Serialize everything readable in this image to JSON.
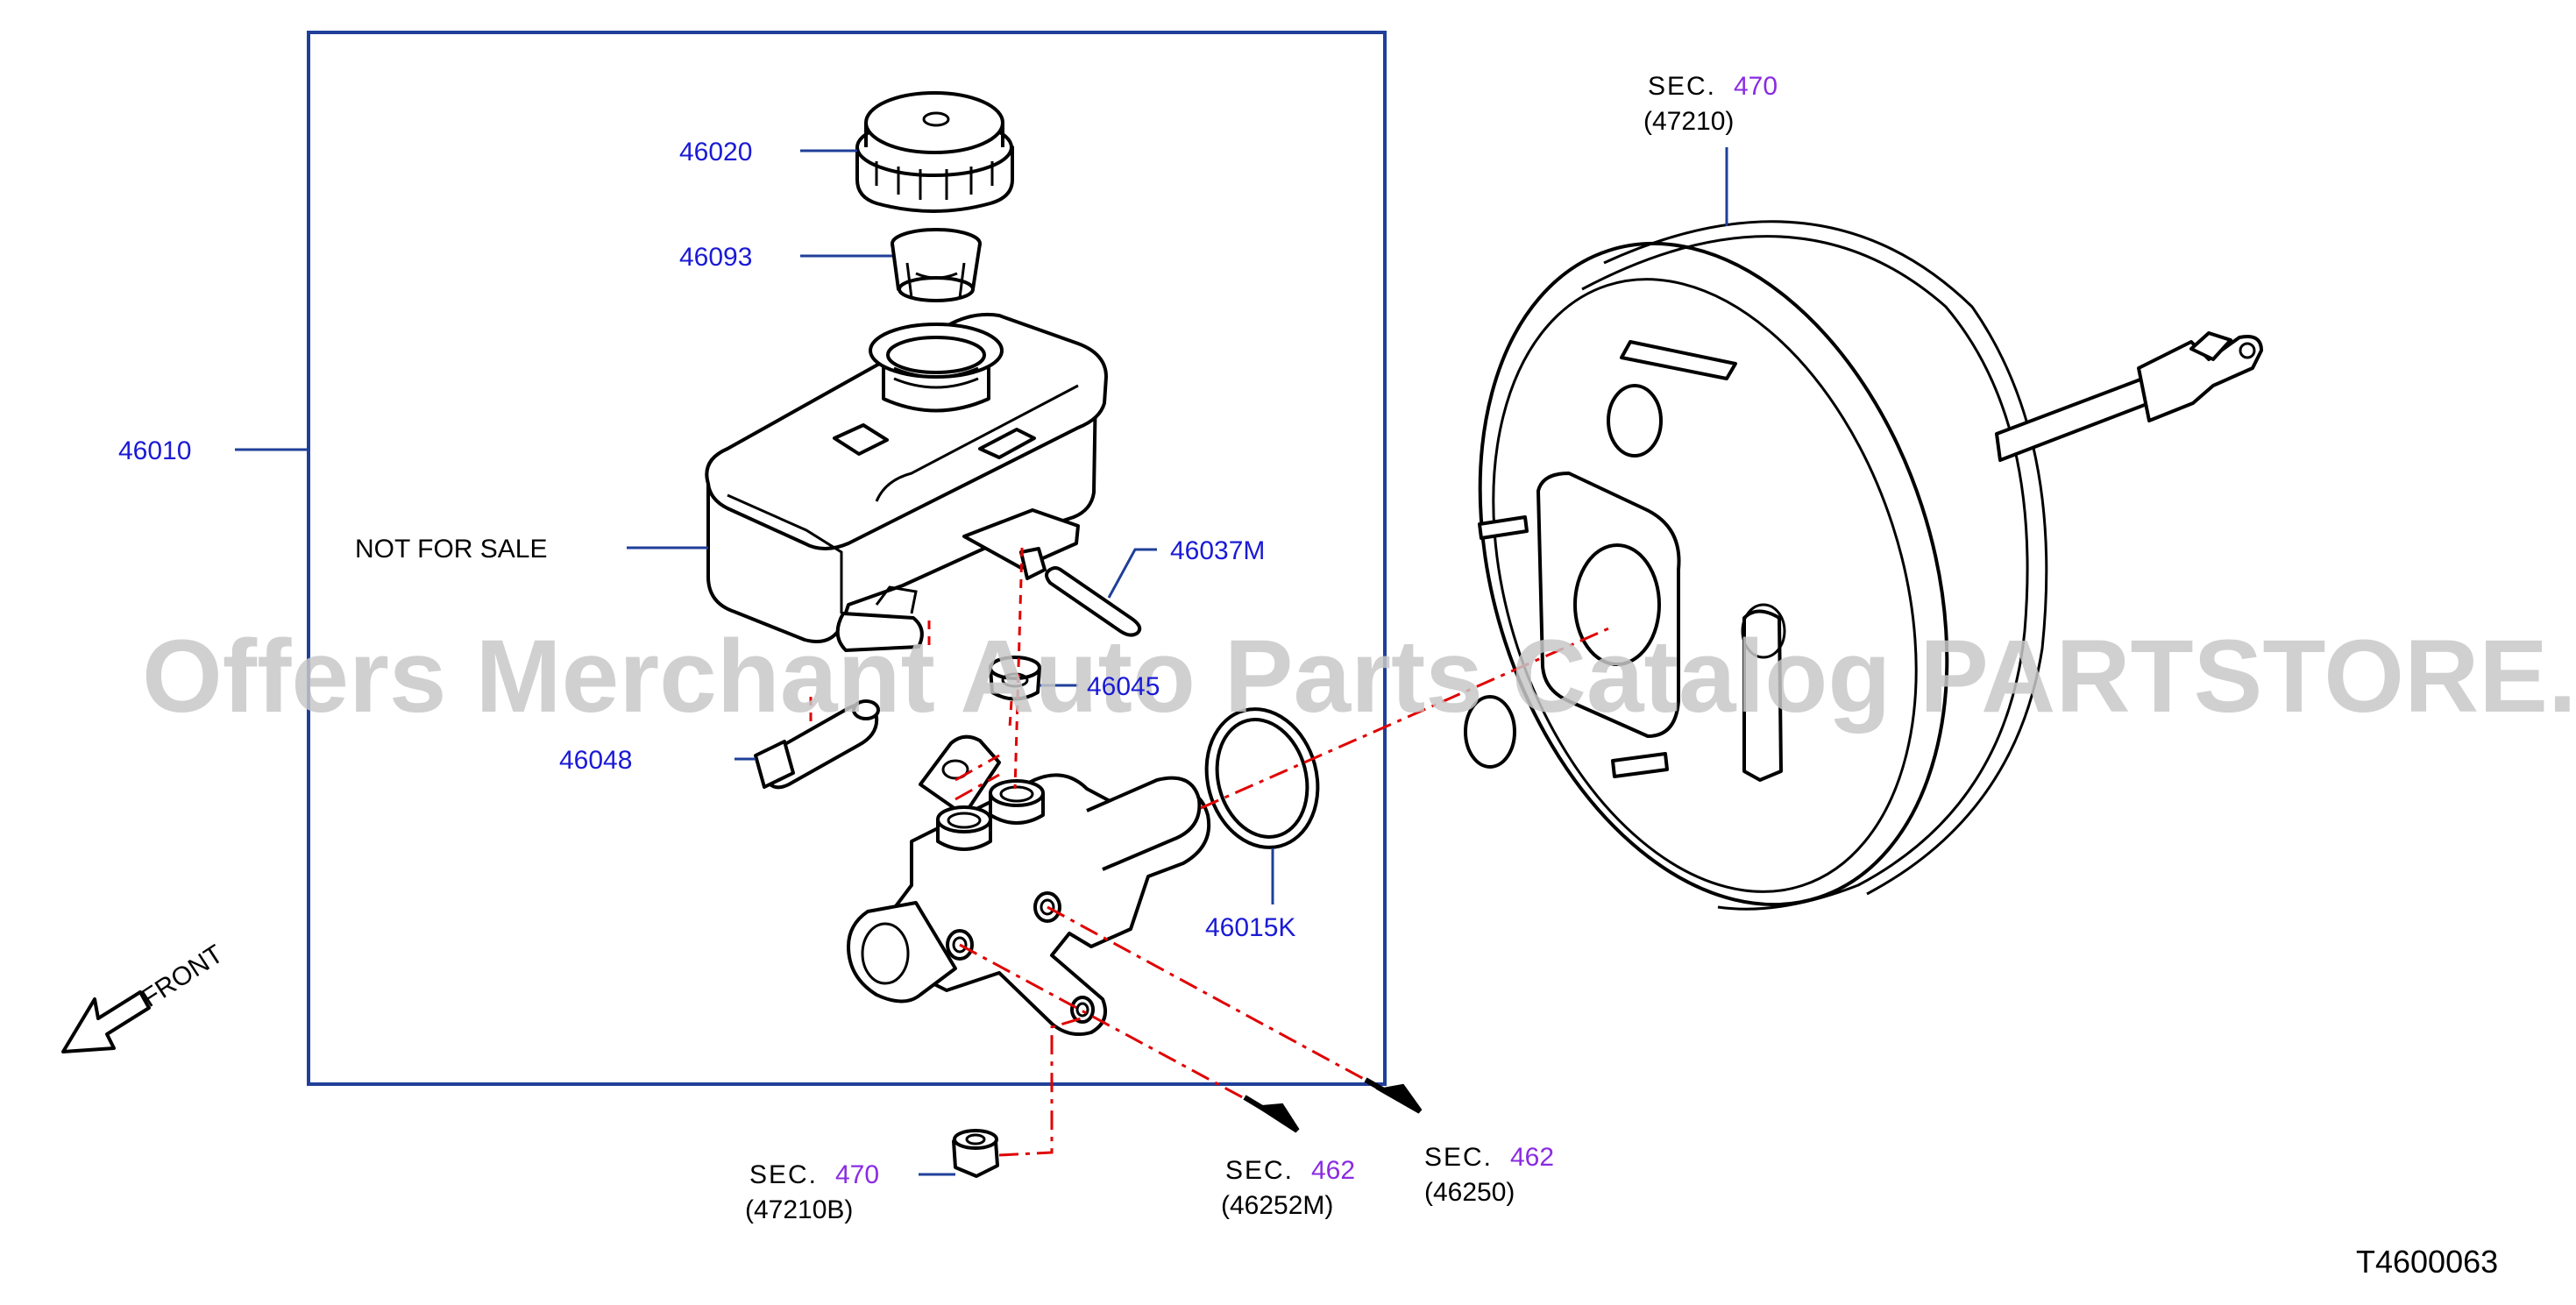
{
  "callouts": {
    "p46020": "46020",
    "p46093": "46093",
    "p46010": "46010",
    "not_for_sale": "NOT  FOR  SALE",
    "p46037M": "46037M",
    "p46045": "46045",
    "p46048": "46048",
    "p46015K": "46015K"
  },
  "sections": {
    "booster": {
      "sec": "SEC.",
      "num": "470",
      "ref": "(47210)"
    },
    "nut": {
      "sec": "SEC.",
      "num": "470",
      "ref": "(47210B)"
    },
    "line_a": {
      "sec": "SEC.",
      "num": "462",
      "ref": "(46252M)"
    },
    "line_b": {
      "sec": "SEC.",
      "num": "462",
      "ref": "(46250)"
    }
  },
  "front_label": "FRONT",
  "diagram_code": "T4600063",
  "watermark": "Offers Merchant Auto Parts Catalog PARTSTORE.SA",
  "colors": {
    "frame": "#1f3f99",
    "part_number": "#1a1ad6",
    "section_number": "#8a2be2",
    "guide_line": "#e00000"
  }
}
